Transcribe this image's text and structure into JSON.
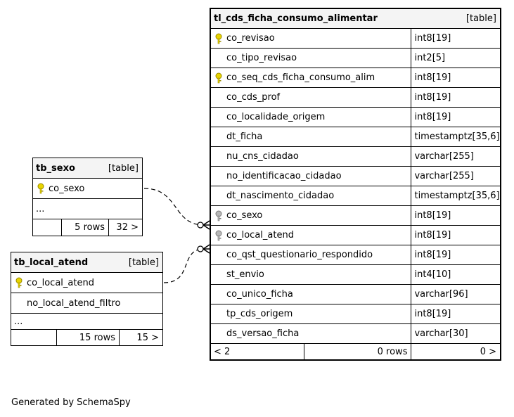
{
  "footer": "Generated by SchemaSpy",
  "main_table": {
    "name": "tl_cds_ficha_consumo_alimentar",
    "type": "[table]",
    "columns": [
      {
        "name": "co_revisao",
        "type": "int8[19]",
        "key": "primary"
      },
      {
        "name": "co_tipo_revisao",
        "type": "int2[5]",
        "key": "none"
      },
      {
        "name": "co_seq_cds_ficha_consumo_alim",
        "type": "int8[19]",
        "key": "primary"
      },
      {
        "name": "co_cds_prof",
        "type": "int8[19]",
        "key": "none"
      },
      {
        "name": "co_localidade_origem",
        "type": "int8[19]",
        "key": "none"
      },
      {
        "name": "dt_ficha",
        "type": "timestamptz[35,6]",
        "key": "none"
      },
      {
        "name": "nu_cns_cidadao",
        "type": "varchar[255]",
        "key": "none"
      },
      {
        "name": "no_identificacao_cidadao",
        "type": "varchar[255]",
        "key": "none"
      },
      {
        "name": "dt_nascimento_cidadao",
        "type": "timestamptz[35,6]",
        "key": "none"
      },
      {
        "name": "co_sexo",
        "type": "int8[19]",
        "key": "foreign"
      },
      {
        "name": "co_local_atend",
        "type": "int8[19]",
        "key": "foreign"
      },
      {
        "name": "co_qst_questionario_respondido",
        "type": "int8[19]",
        "key": "none"
      },
      {
        "name": "st_envio",
        "type": "int4[10]",
        "key": "none"
      },
      {
        "name": "co_unico_ficha",
        "type": "varchar[96]",
        "key": "none"
      },
      {
        "name": "tp_cds_origem",
        "type": "int8[19]",
        "key": "none"
      },
      {
        "name": "ds_versao_ficha",
        "type": "varchar[30]",
        "key": "none"
      }
    ],
    "footer": {
      "parents": "< 2",
      "rows": "0 rows",
      "children": "0 >"
    }
  },
  "tb_sexo": {
    "name": "tb_sexo",
    "type": "[table]",
    "key_column": "co_sexo",
    "more": "...",
    "footer": {
      "parents": "",
      "rows": "5 rows",
      "children": "32 >"
    }
  },
  "tb_local_atend": {
    "name": "tb_local_atend",
    "type": "[table]",
    "key_column": "co_local_atend",
    "other_column": "no_local_atend_filtro",
    "more": "...",
    "footer": {
      "parents": "",
      "rows": "15 rows",
      "children": "15 >"
    }
  },
  "colors": {
    "primary_key": "#e8d400",
    "foreign_key": "#b8b8b8",
    "header_bg": "#f4f4f4"
  }
}
